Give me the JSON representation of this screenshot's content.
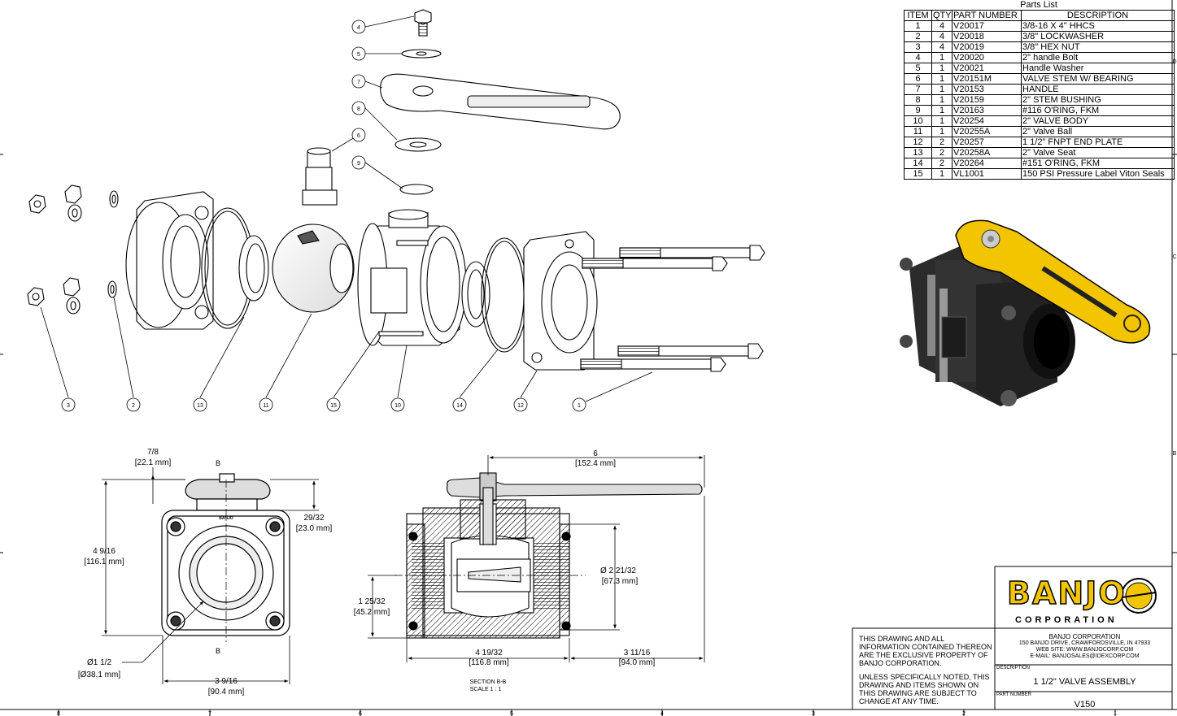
{
  "parts_list": {
    "title": "Parts List",
    "headers": [
      "ITEM",
      "QTY",
      "PART NUMBER",
      "DESCRIPTION"
    ],
    "rows": [
      [
        "1",
        "4",
        "V20017",
        "3/8-16 X 4\" HHCS"
      ],
      [
        "2",
        "4",
        "V20018",
        "3/8\" LOCKWASHER"
      ],
      [
        "3",
        "4",
        "V20019",
        "3/8\" HEX NUT"
      ],
      [
        "4",
        "1",
        "V20020",
        "2\" handle Bolt"
      ],
      [
        "5",
        "1",
        "V20021",
        "Handle Washer"
      ],
      [
        "6",
        "1",
        "V20151M",
        "VALVE STEM W/ BEARING"
      ],
      [
        "7",
        "1",
        "V20153",
        "HANDLE"
      ],
      [
        "8",
        "1",
        "V20159",
        "2\" STEM BUSHING"
      ],
      [
        "9",
        "1",
        "V20163",
        "#116 O'RING, FKM"
      ],
      [
        "10",
        "1",
        "V20254",
        "2\" VALVE BODY"
      ],
      [
        "11",
        "1",
        "V20255A",
        "2\" Valve Ball"
      ],
      [
        "12",
        "2",
        "V20257",
        "1 1/2\" FNPT END PLATE"
      ],
      [
        "13",
        "2",
        "V20258A",
        "2\" Valve Seat"
      ],
      [
        "14",
        "2",
        "V20264",
        "#151 O'RING, FKM"
      ],
      [
        "15",
        "1",
        "VL1001",
        "150 PSI Pressure Label Viton Seals"
      ]
    ]
  },
  "balloons": {
    "b1": "1",
    "b2": "2",
    "b3": "3",
    "b4": "4",
    "b5": "5",
    "b6": "6",
    "b7": "7",
    "b8": "8",
    "b9": "9",
    "b10": "10",
    "b11": "11",
    "b12": "12",
    "b13": "13",
    "b14": "14",
    "b15": "15"
  },
  "dimensions": {
    "top_height_in": "7/8",
    "top_height_mm": "[22.1 mm]",
    "side_in": "29/32",
    "side_mm": "[23.0 mm]",
    "height_in": "4 9/16",
    "height_mm": "[116.1 mm]",
    "bore_in": "Ø1 1/2",
    "bore_mm": "[Ø38.1 mm]",
    "width_in": "3 9/16",
    "width_mm": "[90.4 mm]",
    "handle_in": "6",
    "handle_mm": "[152.4 mm]",
    "outer_dia_in": "Ø  2 21/32",
    "outer_dia_mm": "[67.3 mm]",
    "center_in": "1 25/32",
    "center_mm": "[45.2 mm]",
    "length_in": "4 19/32",
    "length_mm": "[116.8 mm]",
    "half_in": "3 11/16",
    "half_mm": "[94.0 mm]",
    "section_mark": "B"
  },
  "section_label": {
    "line1": "SECTION B-B",
    "line2": "SCALE 1 : 1"
  },
  "front_view_mark": "BANJO",
  "border_numbers": [
    "8",
    "7",
    "6",
    "5",
    "4",
    "3",
    "2",
    "1"
  ],
  "border_letters": [
    "D",
    "C",
    "B"
  ],
  "title_block": {
    "notice1": "THIS DRAWING AND ALL INFORMATION CONTAINED THEREON ARE THE EXCLUSIVE PROPERTY OF BANJO CORPORATION.",
    "notice2": "UNLESS SPECIFICALLY NOTED, THIS DRAWING AND ITEMS SHOWN ON THIS DRAWING ARE SUBJECT TO CHANGE AT ANY TIME.",
    "logo_word": "BANJO",
    "logo_corp": "CORPORATION",
    "company": "BANJO CORPORATION",
    "address": "150 BANJO DRIVE, CRAWFORDSVILLE, IN 47933",
    "website": "WEB SITE: WWW.BANJOCORP.COM",
    "email": "E-MAIL: BANJOSALES@IDEXCORP.COM",
    "description_label": "DESCRIPTION",
    "description": "1 1/2\" VALVE ASSEMBLY",
    "part_number_label": "PART NUMBER",
    "part_number": "V150"
  },
  "colors": {
    "handle_yellow": "#f2c500",
    "body_black": "#2b2b2b",
    "line": "#000000"
  }
}
